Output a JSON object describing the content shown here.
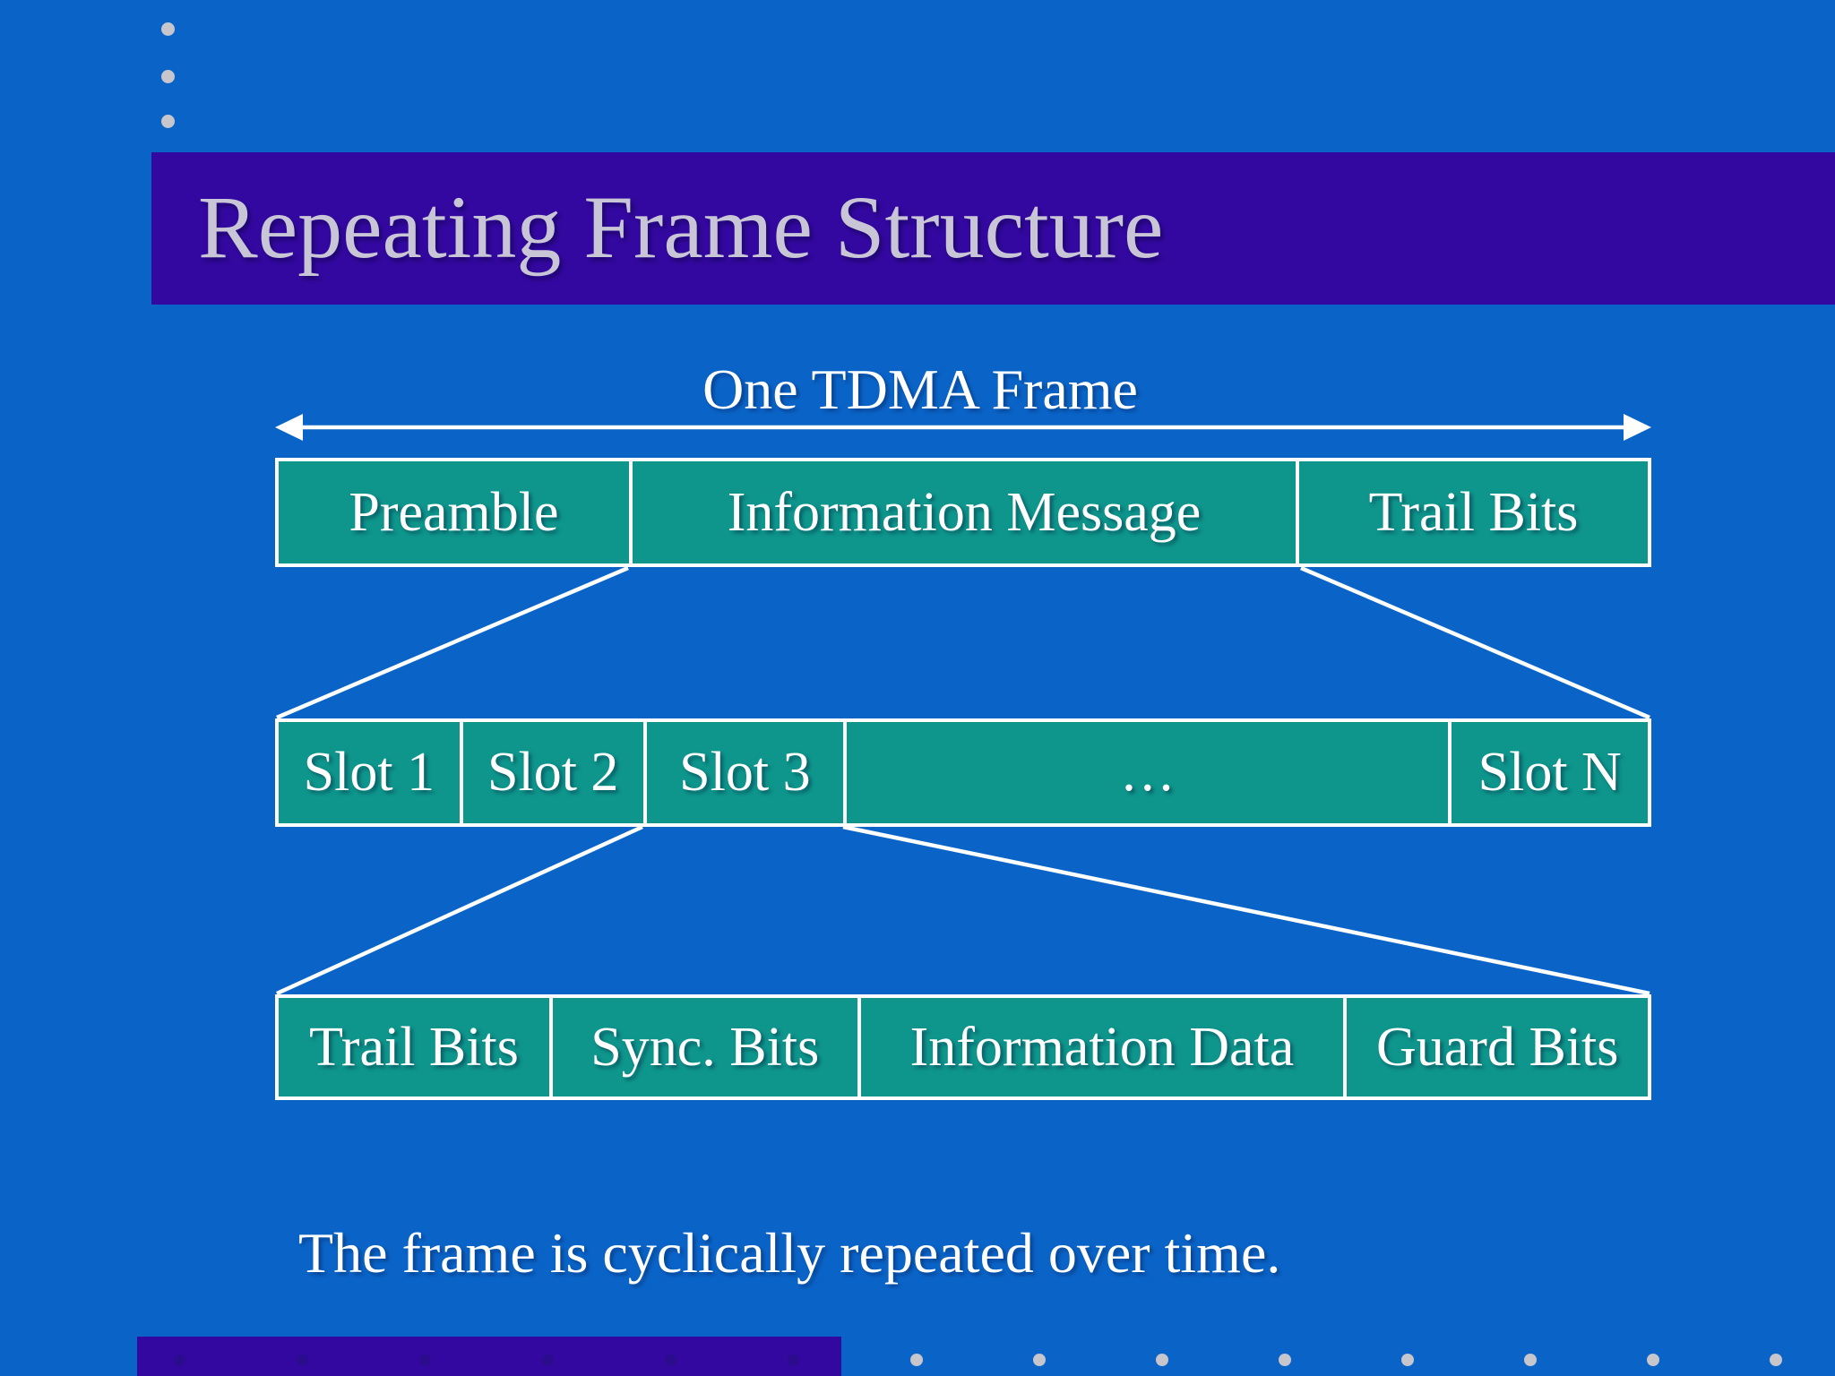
{
  "slide": {
    "title": "Repeating Frame Structure",
    "frame_label": "One TDMA Frame",
    "caption": "The frame is cyclically repeated over time."
  },
  "diagram": {
    "row1": {
      "cells": [
        {
          "label": "Preamble"
        },
        {
          "label": "Information Message"
        },
        {
          "label": "Trail Bits"
        }
      ]
    },
    "row2": {
      "cells": [
        {
          "label": "Slot 1"
        },
        {
          "label": "Slot 2"
        },
        {
          "label": "Slot 3"
        },
        {
          "label": "…"
        },
        {
          "label": "Slot N"
        }
      ]
    },
    "row3": {
      "cells": [
        {
          "label": "Trail Bits"
        },
        {
          "label": "Sync. Bits"
        },
        {
          "label": "Information Data"
        },
        {
          "label": "Guard Bits"
        }
      ]
    }
  },
  "colors": {
    "background": "#0A64C8",
    "title_bar": "#3308A0",
    "title_text": "#C8C5D6",
    "box_fill": "#0E968C",
    "text": "#FFFFFF",
    "bullet": "#C6C6CC",
    "dark_dot": "#2A0C8C"
  }
}
